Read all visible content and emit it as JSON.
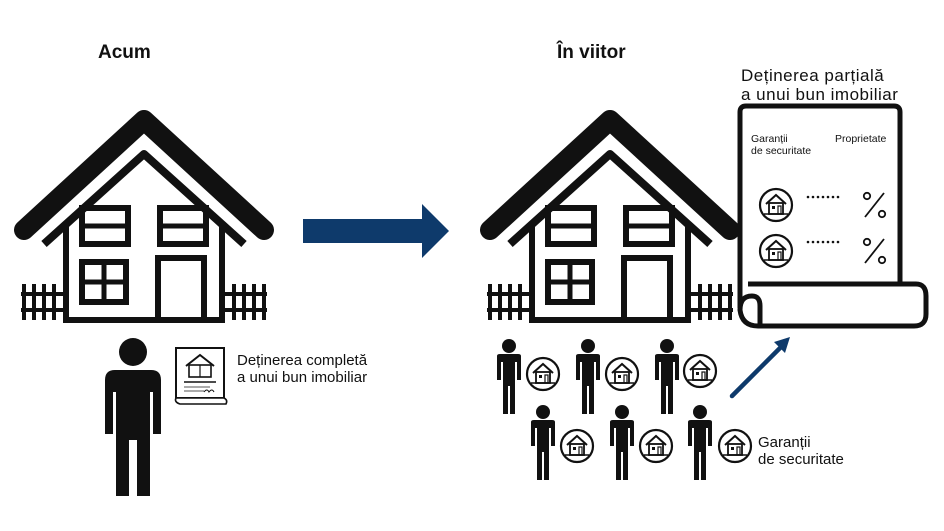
{
  "left": {
    "heading": "Acum",
    "ownership_line1": "Deținerea completă",
    "ownership_line2": "a unui bun imobiliar"
  },
  "right": {
    "heading": "În viitor",
    "scroll_title_line1": "Deținerea parțială",
    "scroll_title_line2": "a unui bun imobiliar",
    "col_securities_line1": "Garanții",
    "col_securities_line2": "de securitate",
    "col_property": "Proprietate",
    "rows": [
      {
        "dots": "......",
        "value": "%"
      },
      {
        "dots": "......",
        "value": "%"
      }
    ],
    "investors_label_line1": "Garanții",
    "investors_label_line2": "de securitate"
  },
  "colors": {
    "arrow": "#0e3a6b",
    "ink": "#111111"
  },
  "icons": [
    "house-icon",
    "person-icon",
    "document-icon",
    "token-icon",
    "scroll-icon",
    "arrow-right-icon",
    "arrow-up-icon"
  ]
}
